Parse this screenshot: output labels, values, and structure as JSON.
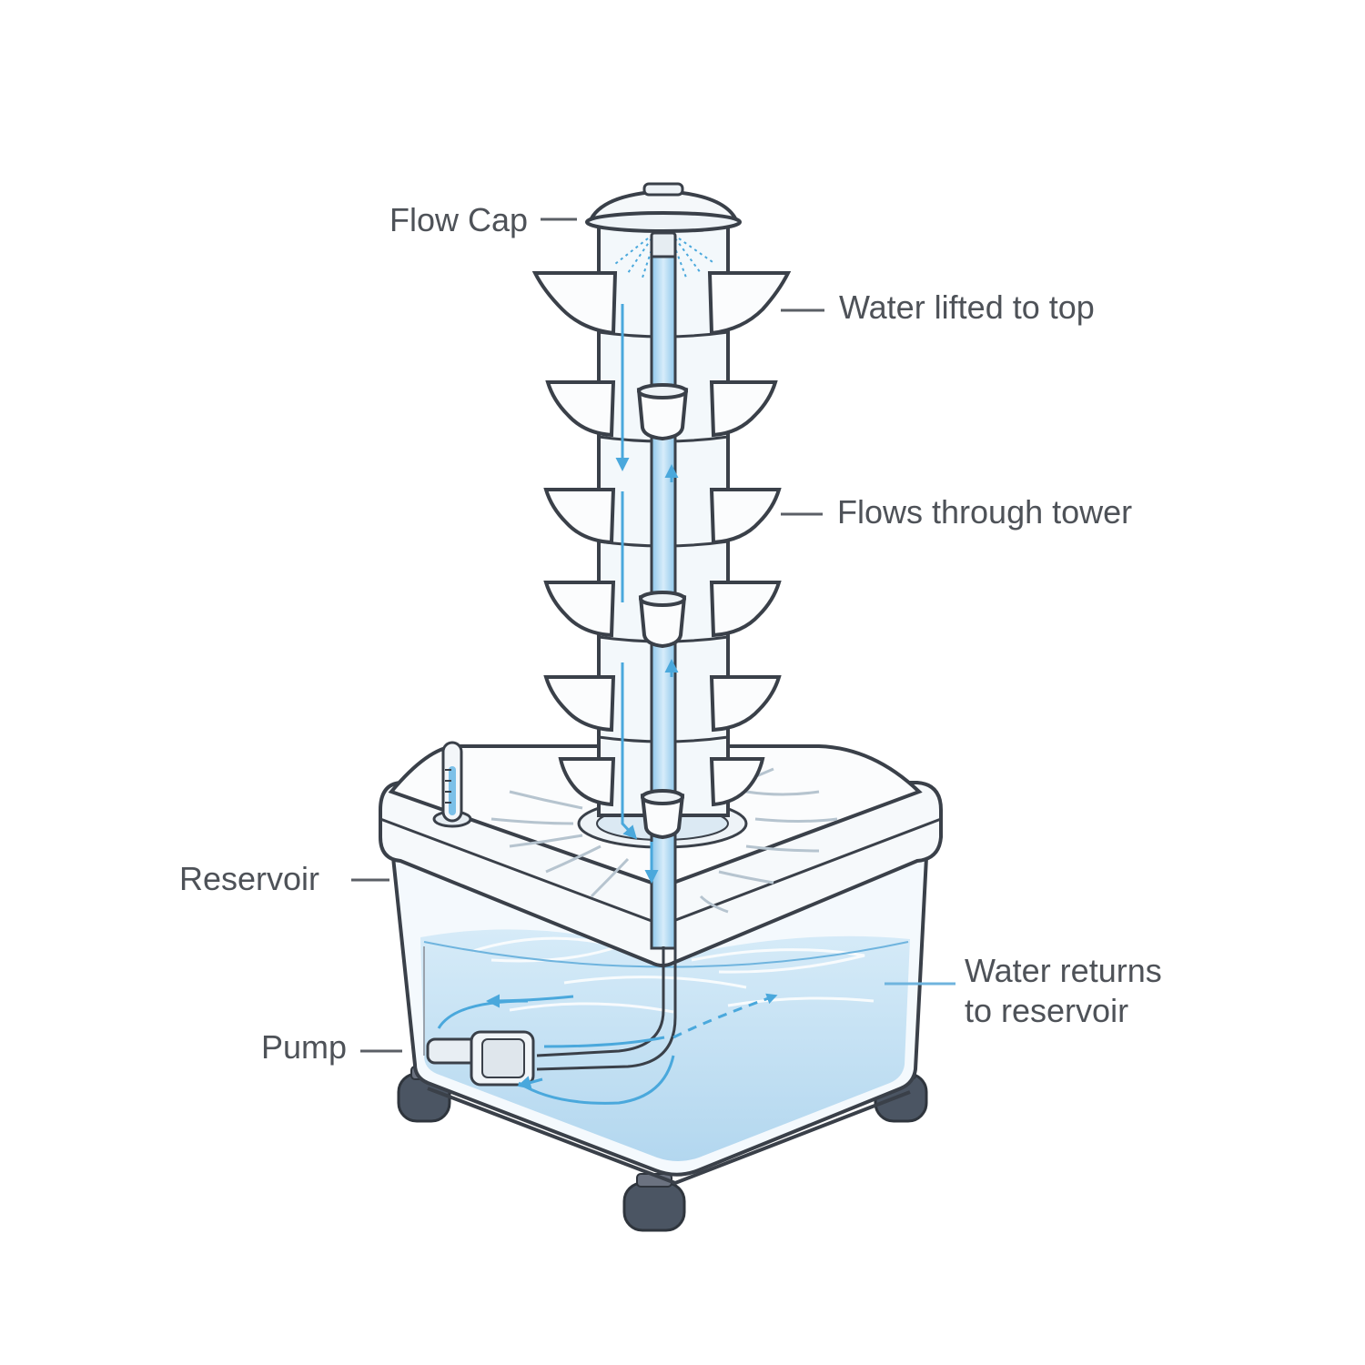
{
  "labels": {
    "flow_cap": "Flow Cap",
    "water_lifted": "Water lifted to top",
    "flows_through": "Flows through tower",
    "reservoir": "Reservoir",
    "pump": "Pump",
    "water_returns_line1": "Water returns",
    "water_returns_line2": "to reservoir"
  },
  "colors": {
    "outline": "#3a4049",
    "label_text": "#4e5258",
    "leader_line": "#5b5f66",
    "water": "#c9e3f5",
    "water_deep": "#b5d8f0",
    "flow_arrow": "#4aa8dc",
    "caster": "#4b5563",
    "tank_fill": "#f4f9fd"
  },
  "icons": {
    "up_arrow": "chevron-up-arrow-icon",
    "down_arrow": "chevron-down-arrow-icon"
  }
}
